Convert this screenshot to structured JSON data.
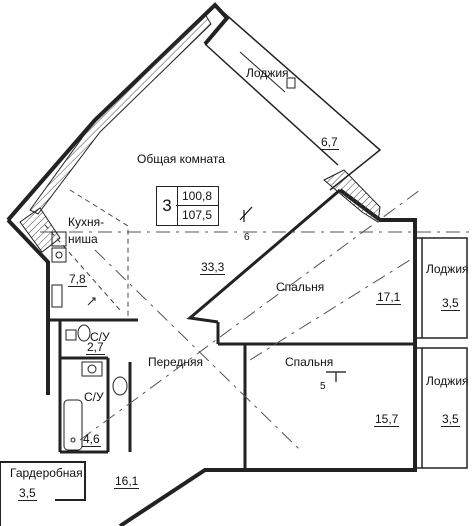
{
  "plan": {
    "rooms_count": "3",
    "total_living": "100,8",
    "total_area": "107,5",
    "section_marks": [
      "6",
      "5"
    ]
  },
  "rooms": [
    {
      "name": "Общая комната",
      "area": "33,3"
    },
    {
      "name": "Кухня-\nниша",
      "area": "7,8"
    },
    {
      "name": "Лоджия",
      "area": "6,7"
    },
    {
      "name": "Спальня",
      "area": "17,1"
    },
    {
      "name": "Лоджия",
      "area": "3,5"
    },
    {
      "name": "С/У",
      "area": "2,7"
    },
    {
      "name": "С/У",
      "area": "4,6"
    },
    {
      "name": "Передняя",
      "area": "16,1"
    },
    {
      "name": "Спальня",
      "area": "15,7"
    },
    {
      "name": "Лоджия",
      "area": "3,5"
    },
    {
      "name": "Гардеробная",
      "area": "3,5"
    }
  ]
}
